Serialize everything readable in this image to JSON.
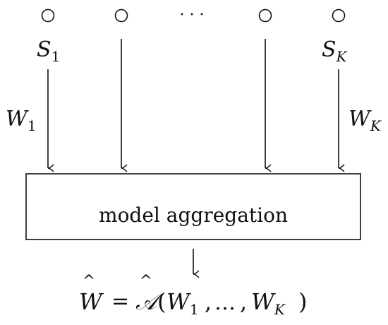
{
  "diagram": {
    "ellipsis_top": "· · ·",
    "sources": [
      {
        "symbol": "S",
        "index": "1",
        "weight_symbol": "W",
        "weight_index": "1"
      },
      {
        "symbol": "",
        "index": "",
        "weight_symbol": "",
        "weight_index": ""
      },
      {
        "symbol": "",
        "index": "",
        "weight_symbol": "",
        "weight_index": ""
      },
      {
        "symbol": "S",
        "index": "K",
        "weight_symbol": "W",
        "weight_index": "K"
      }
    ],
    "box_label": "model aggregation",
    "formula": {
      "lhs": "W",
      "hat": "^",
      "equals": "=",
      "func": "𝒜",
      "open_paren": "(",
      "arg1": "W",
      "arg1_index": "1",
      "comma1": ",",
      "dots": "…",
      "comma2": ",",
      "arg2": "W",
      "arg2_index": "K",
      "close_paren": ")"
    }
  }
}
